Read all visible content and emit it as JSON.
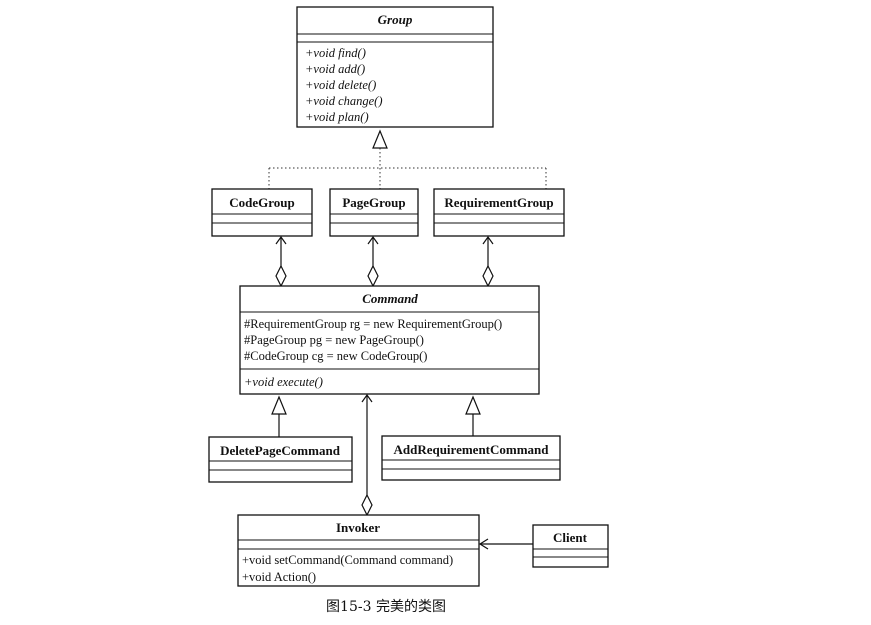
{
  "classes": {
    "group": {
      "name": "Group",
      "abstract": true,
      "attributes": [],
      "methods": [
        "+void find()",
        "+void add()",
        "+void delete()",
        "+void change()",
        "+void plan()"
      ]
    },
    "code_group": {
      "name": "CodeGroup",
      "abstract": false,
      "attributes": [],
      "methods": []
    },
    "page_group": {
      "name": "PageGroup",
      "abstract": false,
      "attributes": [],
      "methods": []
    },
    "requirement_group": {
      "name": "RequirementGroup",
      "abstract": false,
      "attributes": [],
      "methods": []
    },
    "command": {
      "name": "Command",
      "abstract": true,
      "attributes": [
        "#RequirementGroup rg = new RequirementGroup()",
        "#PageGroup pg = new PageGroup()",
        "#CodeGroup cg = new CodeGroup()"
      ],
      "methods": [
        "+void execute()"
      ]
    },
    "delete_page_command": {
      "name": "DeletePageCommand",
      "abstract": false,
      "attributes": [],
      "methods": []
    },
    "add_requirement_command": {
      "name": "AddRequirementCommand",
      "abstract": false,
      "attributes": [],
      "methods": []
    },
    "invoker": {
      "name": "Invoker",
      "abstract": false,
      "attributes": [],
      "methods": [
        "+void setCommand(Command command)",
        "+void Action()"
      ]
    },
    "client": {
      "name": "Client",
      "abstract": false,
      "attributes": [],
      "methods": []
    }
  },
  "relations": [
    {
      "type": "realization",
      "from": "code_group",
      "to": "group"
    },
    {
      "type": "realization",
      "from": "page_group",
      "to": "group"
    },
    {
      "type": "realization",
      "from": "requirement_group",
      "to": "group"
    },
    {
      "type": "aggregation",
      "whole": "command",
      "part": "code_group"
    },
    {
      "type": "aggregation",
      "whole": "command",
      "part": "page_group"
    },
    {
      "type": "aggregation",
      "whole": "command",
      "part": "requirement_group"
    },
    {
      "type": "generalization",
      "from": "delete_page_command",
      "to": "command"
    },
    {
      "type": "generalization",
      "from": "add_requirement_command",
      "to": "command"
    },
    {
      "type": "aggregation",
      "whole": "invoker",
      "part": "command"
    },
    {
      "type": "association",
      "from": "client",
      "to": "invoker"
    }
  ],
  "caption": "图15-3   完美的类图"
}
